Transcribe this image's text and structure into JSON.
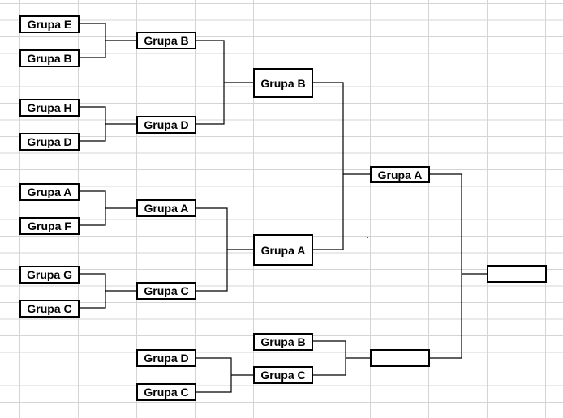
{
  "bracket": {
    "round1": [
      "Grupa E",
      "Grupa B",
      "Grupa H",
      "Grupa D",
      "Grupa A",
      "Grupa F",
      "Grupa G",
      "Grupa C"
    ],
    "round2": [
      "Grupa B",
      "Grupa D",
      "Grupa A",
      "Grupa C"
    ],
    "round3": [
      "Grupa B",
      "Grupa A"
    ],
    "semifinal": "Grupa A",
    "final": "",
    "lower_round1": [
      "Grupa D",
      "Grupa C"
    ],
    "lower_round2": [
      "Grupa B",
      "Grupa C"
    ],
    "lower_semifinal": ""
  },
  "colors": {
    "border": "#000000",
    "grid": "#d4d4d4",
    "background": "#ffffff"
  }
}
